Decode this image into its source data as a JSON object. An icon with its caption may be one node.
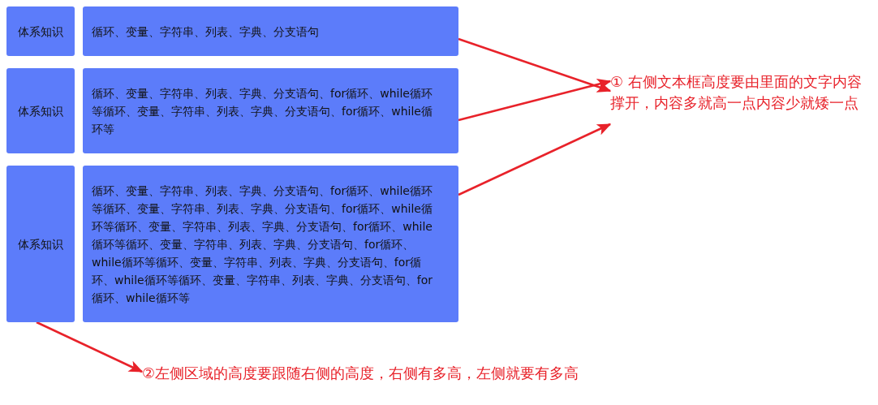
{
  "diagram": {
    "nodes": [
      {
        "text": [
          "体系知识"
        ]
      },
      {
        "text": [
          "循环、变量、字符串、列表、字典、分支语句"
        ]
      },
      {
        "text": [
          "体系知识"
        ]
      },
      {
        "text": [
          "循环、变量、字符串、列表、字典、分支语句、for循环、while循环等循环、变量、字符串、列表、字典、分支语句、for循环、while循环等"
        ]
      },
      {
        "text": [
          "体系知识"
        ]
      },
      {
        "text": [
          "循环、变量、字符串、列表、字典、分支语句、for循环、while循环等循环、变量、字符串、列表、字典、分支语句、for循环、while循环等循环、变量、字符串、列表、字典、分支语句、for循环、while循环等循环、变量、字符串、列表、字典、分支语句、for循环、while循环等循环、变量、字符串、列表、字典、分支语句、for循环、while循环等循环、变量、字符串、列表、字典、分支语句、for循环、while循环等"
        ]
      },
      {
        "text": [
          "① 右侧文本框高度要由里面的文字内容撑开，内容多就高一点内容少就矮一点"
        ]
      },
      {
        "text": [
          "②左侧区域的高度要跟随右侧的高度，右侧有多高，左侧就要有多高"
        ]
      }
    ],
    "edges": [
      {
        "from": 1,
        "to": 6,
        "arrow": "to"
      },
      {
        "from": 3,
        "to": 6,
        "arrow": "to"
      },
      {
        "from": 5,
        "to": 6,
        "arrow": "to"
      },
      {
        "from": 4,
        "to": 7,
        "arrow": "to"
      }
    ]
  }
}
